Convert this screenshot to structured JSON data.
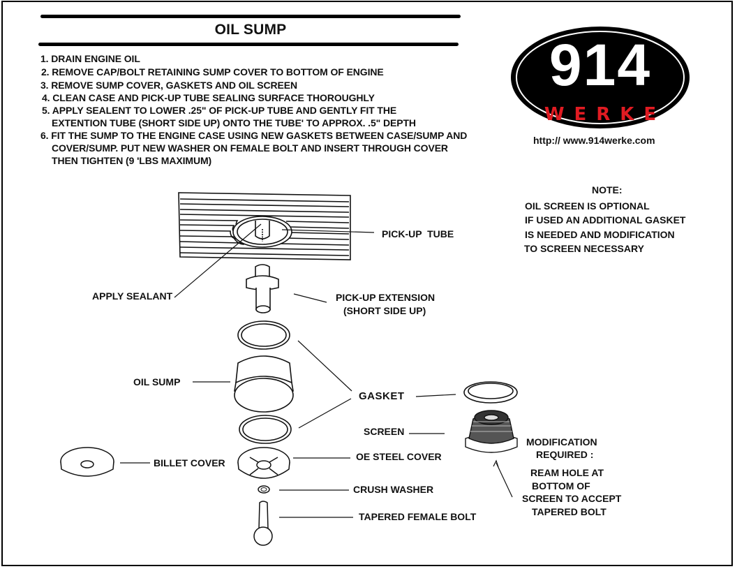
{
  "title": "OIL SUMP",
  "steps": [
    "1. DRAIN ENGINE OIL",
    "2. REMOVE CAP/BOLT RETAINING SUMP COVER TO BOTTOM OF ENGINE",
    "3. REMOVE SUMP COVER, GASKETS AND OIL SCREEN",
    "4. CLEAN CASE AND PICK-UP TUBE SEALING SURFACE THOROUGHLY",
    "5. APPLY SEALENT TO LOWER .25\" OF PICK-UP TUBE AND GENTLY FIT THE",
    "EXTENTION TUBE (SHORT SIDE UP) ONTO THE TUBE' TO APPROX. .5\" DEPTH",
    "6. FIT THE SUMP TO THE ENGINE CASE USING NEW GASKETS BETWEEN CASE/SUMP AND",
    "COVER/SUMP. PUT NEW WASHER ON FEMALE BOLT AND INSERT THROUGH COVER",
    "THEN TIGHTEN (9 'LBS MAXIMUM)"
  ],
  "logo": {
    "number": "914",
    "word": "WERKE",
    "url": "http:// www.914werke.com",
    "colors": {
      "oval": "#000000",
      "number": "#ffffff",
      "word": "#e01b22"
    }
  },
  "note": {
    "heading": "NOTE:",
    "lines": [
      "OIL SCREEN IS OPTIONAL",
      "IF USED AN ADDITIONAL GASKET",
      "IS NEEDED AND MODIFICATION",
      "TO SCREEN NECESSARY"
    ]
  },
  "labels": {
    "pickup_tube": "PICK-UP  TUBE",
    "apply_sealant": "APPLY SEALANT",
    "pickup_extension_1": "PICK-UP EXTENSION",
    "pickup_extension_2": "(SHORT SIDE UP)",
    "oil_sump": "OIL SUMP",
    "gasket": "GASKET",
    "screen": "SCREEN",
    "billet_cover": "BILLET COVER",
    "oe_steel_cover": "OE STEEL COVER",
    "crush_washer": "CRUSH WASHER",
    "tapered_female_bolt": "TAPERED FEMALE BOLT"
  },
  "modification": {
    "heading_1": "MODIFICATION",
    "heading_2": "REQUIRED :",
    "lines": [
      "REAM HOLE AT",
      "BOTTOM OF",
      "SCREEN TO ACCEPT",
      "TAPERED BOLT"
    ]
  }
}
